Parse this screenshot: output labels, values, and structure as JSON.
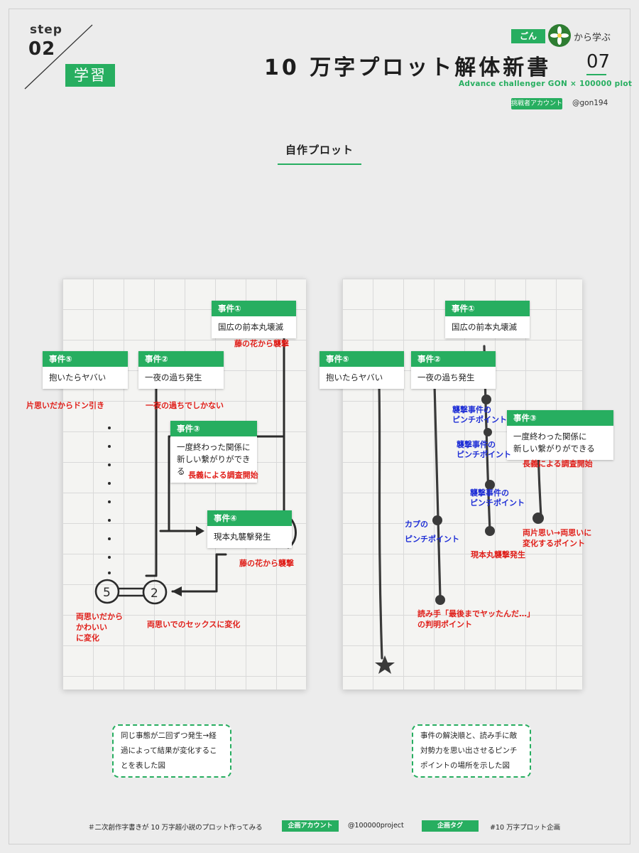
{
  "header": {
    "step_word": "step",
    "step_number": "02",
    "learn_badge": "学習",
    "gon_tag": "ごん",
    "learn_from": "から学ぶ",
    "title": "10 万字プロット解体新書",
    "volume": "07",
    "subtitle": "Advance challenger GON  ×  100000 plot",
    "account_label": "挑戦者アカウント",
    "account_value": "@gon194"
  },
  "section": {
    "title": "自作プロット"
  },
  "left_diagram": {
    "cards": [
      {
        "head": "事件①",
        "body": "国広の前本丸壊滅"
      },
      {
        "head": "事件⑤",
        "body": "抱いたらヤバい"
      },
      {
        "head": "事件②",
        "body": "一夜の過ち発生"
      },
      {
        "head": "事件③",
        "body": "一度終わった関係に\n新しい繋がりができる"
      },
      {
        "head": "事件④",
        "body": "現本丸襲撃発生"
      }
    ],
    "red_notes": [
      "藤の花から襲撃",
      "片思いだからドン引き",
      "一夜の過ちでしかない",
      "長義による調査開始",
      "藤の花から襲撃",
      "両思いだから\nかわいい\nに変化",
      "両思いでのセックスに変化"
    ],
    "caption": "同じ事態が二回ずつ発生→経\n過によって結果が変化するこ\nとを表した図"
  },
  "right_diagram": {
    "cards": [
      {
        "head": "事件①",
        "body": "国広の前本丸壊滅"
      },
      {
        "head": "事件⑤",
        "body": "抱いたらヤバい"
      },
      {
        "head": "事件②",
        "body": "一夜の過ち発生"
      },
      {
        "head": "事件③",
        "body": "一度終わった関係に\n新しい繋がりができる"
      }
    ],
    "blue_notes": [
      "襲撃事件の\nピンチポイント",
      "襲撃事件の\nピンチポイント",
      "襲撃事件の\nピンチポイント",
      "カプの",
      "ピンチポイント"
    ],
    "red_notes": [
      "長義による調査開始",
      "両片思い→両思いに\n変化するポイント",
      "現本丸襲撃発生",
      "読み手「最後までヤッたんだ…」\nの判明ポイント"
    ],
    "caption": "事件の解決順と、読み手に敵\n対勢力を思い出させるピンチ\nポイントの場所を示した図"
  },
  "footer": {
    "hashtag_text": "＃二次創作字書きが 10 万字超小説のプロット作ってみる",
    "project_label": "企画アカウント",
    "project_value": "@100000project",
    "tag_label": "企画タグ",
    "tag_value": "#10 万字プロット企画"
  },
  "colors": {
    "accent": "#27ae60",
    "red_note": "#e0201b",
    "blue_note": "#1f2fd6",
    "background": "#ececec"
  }
}
